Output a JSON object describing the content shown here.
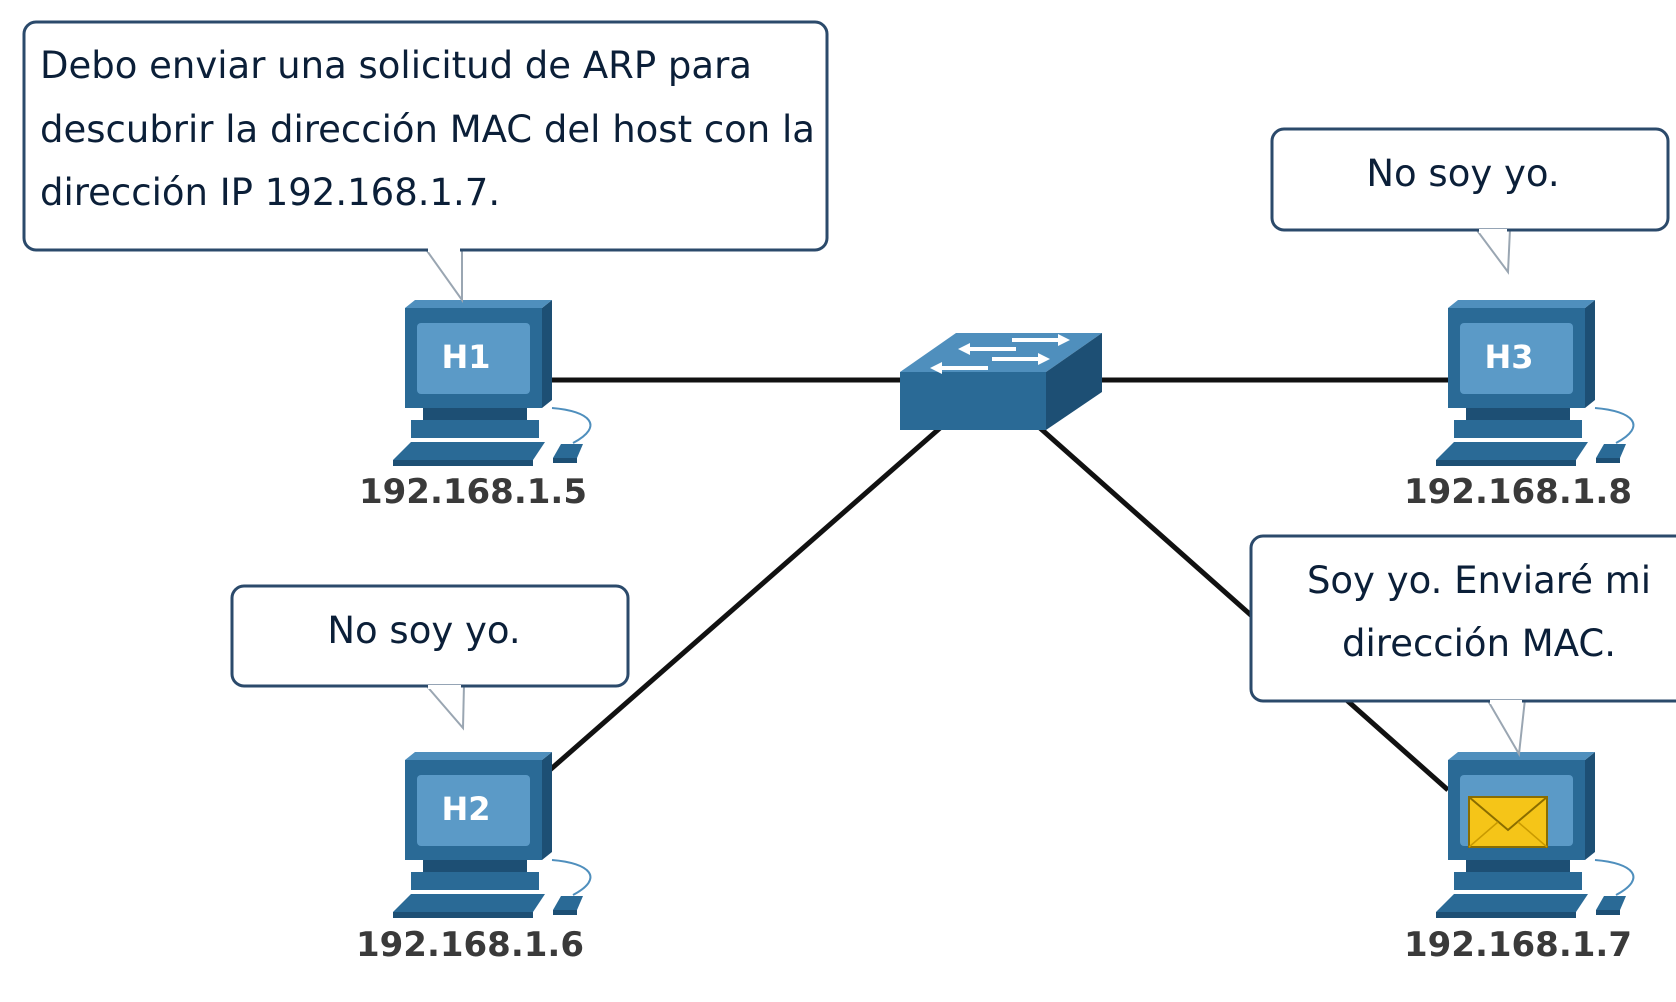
{
  "bubbles": {
    "h1": {
      "lines": [
        "Debo enviar una solicitud de ARP para",
        "descubrir la dirección MAC del host con la",
        "dirección IP 192.168.1.7."
      ]
    },
    "h2": {
      "lines": [
        "No soy yo."
      ]
    },
    "h3": {
      "lines": [
        "No soy yo."
      ]
    },
    "h4": {
      "lines": [
        "Soy yo. Enviaré mi",
        "dirección MAC."
      ]
    }
  },
  "hosts": {
    "h1": {
      "name": "H1",
      "ip": "192.168.1.5"
    },
    "h2": {
      "name": "H2",
      "ip": "192.168.1.6"
    },
    "h3": {
      "name": "H3",
      "ip": "192.168.1.8"
    },
    "h4": {
      "ip": "192.168.1.7"
    }
  },
  "colors": {
    "device_blue": "#2a6a96",
    "device_dark": "#1d4f74",
    "device_light": "#4f8fbd",
    "screen": "#5b9ac7",
    "cable": "#111111",
    "bubble_border": "#2b4a6b",
    "envelope": "#f5c518"
  },
  "icons": {
    "switch": "network-switch-icon",
    "computer": "desktop-computer-icon",
    "message": "envelope-icon"
  }
}
